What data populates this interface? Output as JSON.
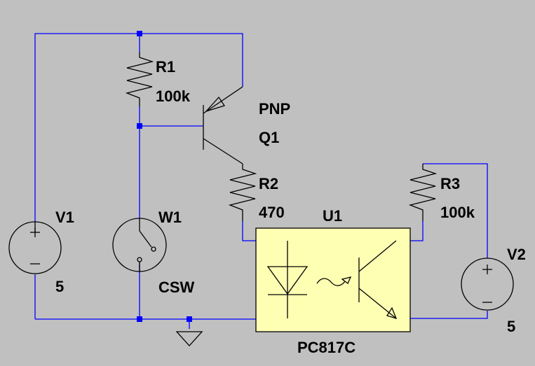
{
  "colors": {
    "background": "#c0c0c0",
    "wire": "#0000ff",
    "component": "#000000",
    "optocoupler_body": "#ffffb4"
  },
  "labels": {
    "r1_name": "R1",
    "r1_value": "100k",
    "q1_model": "PNP",
    "q1_name": "Q1",
    "r2_name": "R2",
    "r2_value": "470",
    "r3_name": "R3",
    "r3_value": "100k",
    "u1_name": "U1",
    "u1_model": "PC817C",
    "v1_name": "V1",
    "v1_value": "5",
    "w1_name": "W1",
    "w1_model": "CSW",
    "v2_name": "V2",
    "v2_value": "5"
  },
  "icons": {
    "v1": "voltage-source-icon",
    "v2": "voltage-source-icon",
    "w1": "current-switch-icon",
    "r1": "resistor-icon",
    "r2": "resistor-icon",
    "r3": "resistor-icon",
    "q1": "pnp-transistor-icon",
    "u1": "optocoupler-icon",
    "gnd": "ground-icon"
  }
}
